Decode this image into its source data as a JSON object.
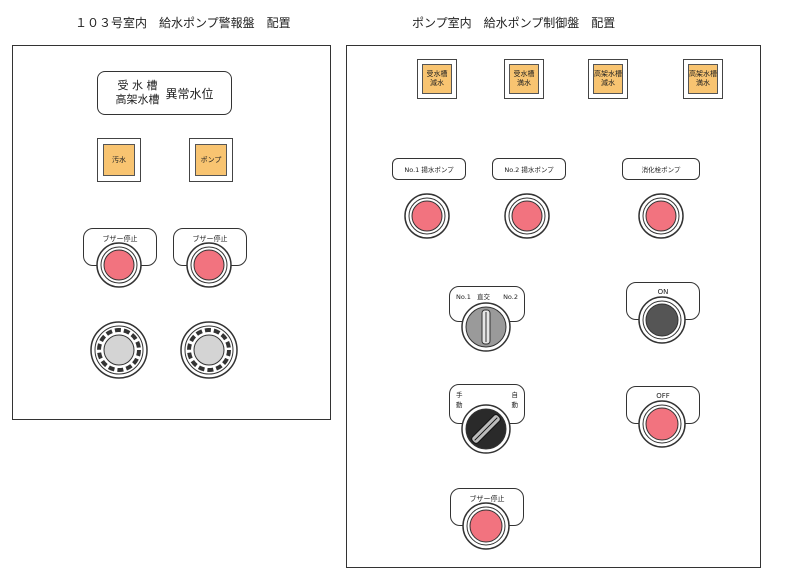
{
  "titles": {
    "left": "１０３号室内　給水ポンプ警報盤　配置",
    "right": "ポンプ室内　給水ポンプ制御盤　配置"
  },
  "alarm_panel": {
    "header": {
      "line1": "受 水 槽",
      "line2": "高架水槽",
      "right": "異常水位"
    },
    "lamps": [
      "汚水",
      "ポンプ"
    ],
    "buzzer_stop_buttons": [
      "ブザー停止",
      "ブザー停止"
    ]
  },
  "control_panel": {
    "lamps": [
      {
        "l1": "受水槽",
        "l2": "減水"
      },
      {
        "l1": "受水槽",
        "l2": "満水"
      },
      {
        "l1": "高架水槽",
        "l2": "減水"
      },
      {
        "l1": "高架水槽",
        "l2": "満水"
      }
    ],
    "pump_tags": [
      "No.1 揚水ポンプ",
      "No.2 揚水ポンプ",
      "消化栓ポンプ"
    ],
    "selector": {
      "left": "No.1",
      "center": "直交",
      "right": "No.2"
    },
    "on_label": "ON",
    "off_label": "OFF",
    "mode_switch": {
      "left_top": "手",
      "left_bottom": "動",
      "right_top": "自",
      "right_bottom": "動"
    },
    "buzzer_stop": "ブザー停止"
  },
  "colors": {
    "lamp": "#f8c471",
    "button_red": "#f2737f",
    "button_dark": "#555555",
    "buzzer_grey": "#d4d4d4"
  }
}
